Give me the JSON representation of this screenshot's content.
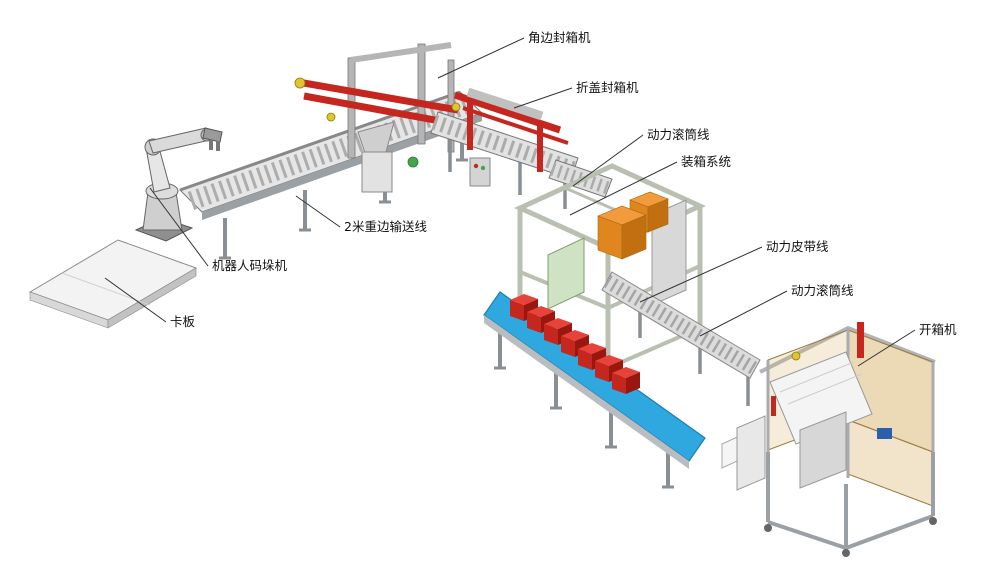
{
  "diagram": {
    "type": "isometric-equipment-line-diagram",
    "labels": {
      "corner_sealer": "角边封箱机",
      "flap_sealer": "折盖封箱机",
      "roller_line_1": "动力滚筒线",
      "packing_system": "装箱系统",
      "belt_line": "动力皮带线",
      "roller_line_2": "动力滚筒线",
      "carton_opener": "开箱机",
      "conveyor_2m": "2米重边输送线",
      "robot_palletizer": "机器人码垛机",
      "pallet": "卡板"
    },
    "colors": {
      "machine_red": "#c5271e",
      "belt_blue": "#2fa8df",
      "box_orange": "#e0861f",
      "box_red": "#c5271e",
      "panel_amber": "#d9b36b",
      "frame_gray": "#b5b9bd",
      "accent_green": "#42a64c",
      "accent_yellow": "#e2c52c",
      "background": "#ffffff"
    }
  }
}
